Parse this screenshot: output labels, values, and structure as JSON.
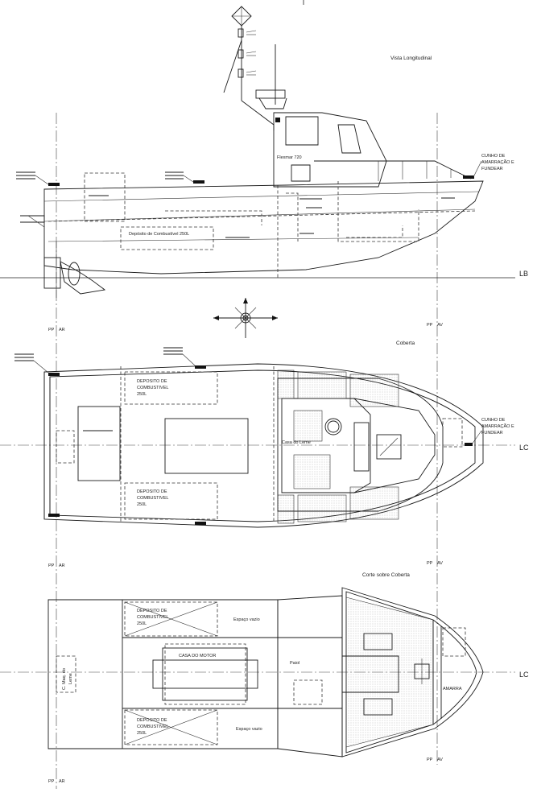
{
  "views": {
    "longitudinal_title": "Vista Longitudinal",
    "deck_title": "Coberta",
    "section_title": "Corte sobre Coberta"
  },
  "labels": {
    "flexmar": "Flexmar 720",
    "fuel_tank_side": "Depósito de Combustível 250L",
    "fuel_tank_upper_l1": "DEPOSITO DE",
    "fuel_tank_upper_l2": "COMBUSTIVEL",
    "fuel_tank_upper_l3": "250L",
    "fuel_tank_lower_l1": "DEPOSITO DE",
    "fuel_tank_lower_l2": "COMBUSTIVEL",
    "fuel_tank_lower_l3": "250L",
    "cunho_1_l1": "CUNHO DE",
    "cunho_1_l2": "AMARRAÇÃO E",
    "cunho_1_l3": "FUNDEAR",
    "cunho_2_l1": "CUNHO DE",
    "cunho_2_l2": "AMARRAÇÃO E",
    "cunho_2_l3": "FUNDEAR",
    "casa_leme": "Casa do Leme",
    "casa_motor": "CASA DO MOTOR",
    "paiol": "Paiol",
    "espaco_vazio_1": "Espaço vazio",
    "espaco_vazio_2": "Espaço vazio",
    "amarra": "AMARRA",
    "c_maq_leme_l1": "C. Maq. do",
    "c_maq_leme_l2": "Leme",
    "sec_tank_upper_l1": "DEPOSITO DE",
    "sec_tank_upper_l2": "COMBUSTIVEL",
    "sec_tank_upper_l3": "250L",
    "sec_tank_lower_l1": "DEPOSITO DE",
    "sec_tank_lower_l2": "COMBUSTIVEL",
    "sec_tank_lower_l3": "250L"
  },
  "axis": {
    "lb": "LB",
    "lc_1": "LC",
    "lc_2": "LC",
    "pp_ar_1": "PP",
    "ar_1": "AR",
    "pp_av_1": "PP",
    "av_1": "AV",
    "pp_ar_2": "PP",
    "ar_2": "AR",
    "pp_av_2": "PP",
    "av_2": "AV",
    "pp_ar_3": "PP",
    "ar_3": "AR",
    "pp_av_3": "PP",
    "av_3": "AV"
  },
  "colors": {
    "line": "#1a1a1a",
    "paper": "#ffffff"
  }
}
